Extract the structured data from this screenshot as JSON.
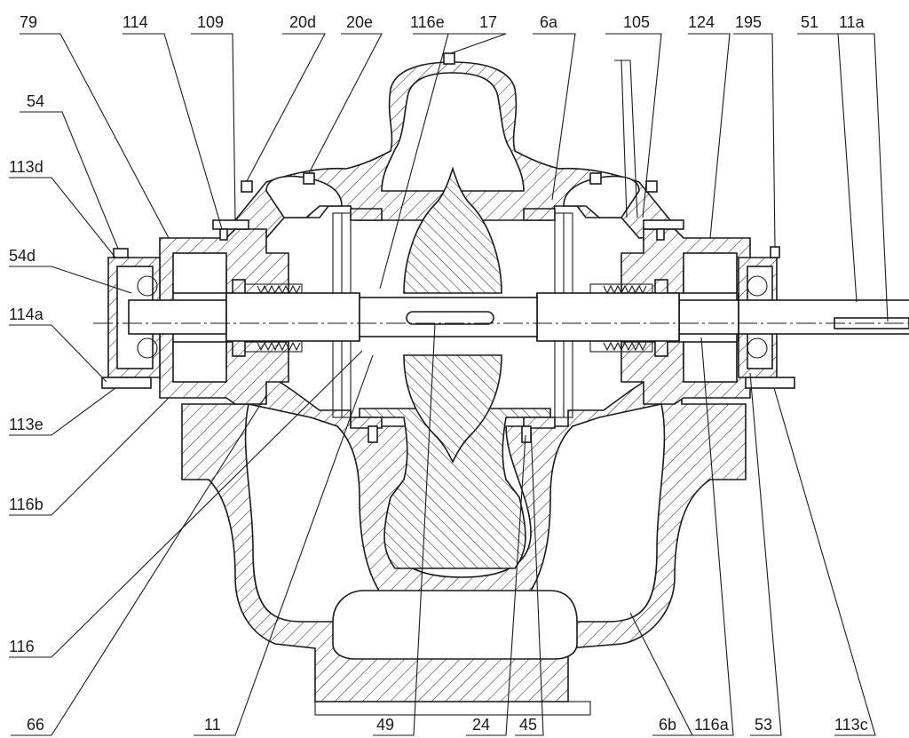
{
  "callouts": {
    "c79": "79",
    "c114": "114",
    "c109": "109",
    "c20d": "20d",
    "c20e": "20e",
    "c116e": "116e",
    "c17": "17",
    "c6a": "6a",
    "c105": "105",
    "c124": "124",
    "c195": "195",
    "c51": "51",
    "c11a": "11a",
    "c54": "54",
    "c113d": "113d",
    "c54d": "54d",
    "c114a": "114a",
    "c113e": "113e",
    "c116b": "116b",
    "c116": "116",
    "c66": "66",
    "c11": "11",
    "c49": "49",
    "c24": "24",
    "c45": "45",
    "c6b": "6b",
    "c116a": "116a",
    "c53": "53",
    "c113c": "113c"
  },
  "colors": {
    "ink": "#1a1a1a",
    "paper": "#ffffff"
  }
}
